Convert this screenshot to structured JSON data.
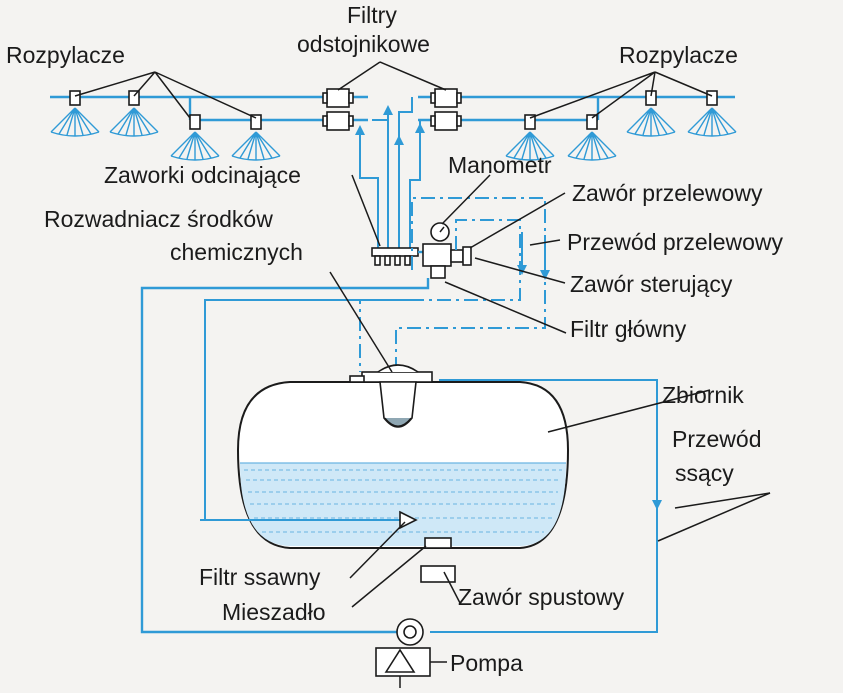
{
  "colors": {
    "pipe": "#2f9ad6",
    "liquid": "#cfe8f7",
    "line": "#1b1b1b",
    "background": "#f4f3f1"
  },
  "labels": {
    "nozzles_left": "Rozpylacze",
    "nozzles_right": "Rozpylacze",
    "settling_filters_line1": "Filtry",
    "settling_filters_line2": "odstojnikowe",
    "shutoff_valves": "Zaworki odcinające",
    "manometer": "Manometr",
    "overflow_valve": "Zawór przelewowy",
    "overflow_line": "Przewód przelewowy",
    "control_valve": "Zawór sterujący",
    "chem_inductor_line1": "Rozwadniacz środków",
    "chem_inductor_line2": "chemicznych",
    "main_filter": "Filtr główny",
    "tank": "Zbiornik",
    "suction_line_line1": "Przewód",
    "suction_line_line2": "ssący",
    "suction_filter": "Filtr ssawny",
    "agitator": "Mieszadło",
    "drain_valve": "Zawór spustowy",
    "pump": "Pompa"
  }
}
